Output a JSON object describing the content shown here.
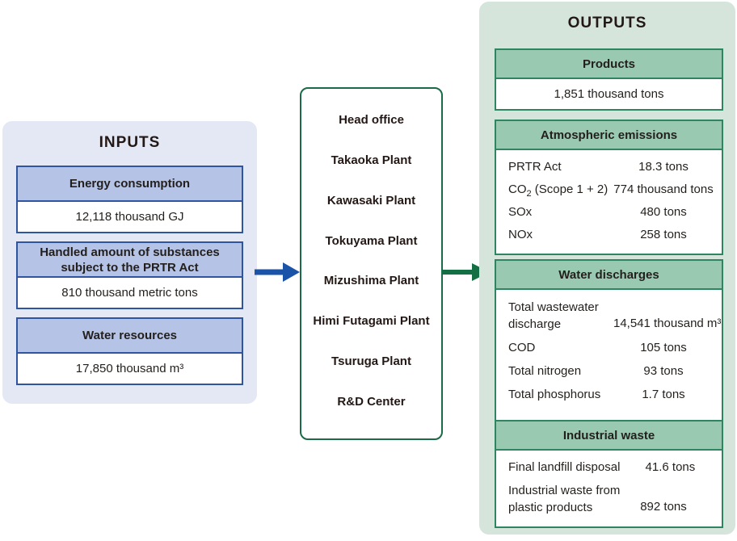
{
  "inputs": {
    "title": "INPUTS",
    "blocks": [
      {
        "header": "Energy consumption",
        "value": "12,118 thousand GJ"
      },
      {
        "header": "Handled amount of substances subject to the PRTR Act",
        "value": "810 thousand metric tons"
      },
      {
        "header": "Water resources",
        "value": "17,850 thousand m³"
      }
    ]
  },
  "sites": {
    "items": [
      "Head office",
      "Takaoka Plant",
      "Kawasaki Plant",
      "Tokuyama Plant",
      "Mizushima Plant",
      "Himi Futagami Plant",
      "Tsuruga Plant",
      "R&D Center"
    ]
  },
  "outputs": {
    "title": "OUTPUTS",
    "products": {
      "header": "Products",
      "value": "1,851 thousand tons"
    },
    "atmospheric": {
      "header": "Atmospheric emissions",
      "rows": [
        {
          "label": "PRTR Act",
          "value": "18.3 tons"
        },
        {
          "label_main": "CO",
          "label_sub": "2",
          "label_rest": " (Scope 1 + 2)",
          "value": "774 thousand tons"
        },
        {
          "label": "SOx",
          "value": "480 tons"
        },
        {
          "label": "NOx",
          "value": "258 tons"
        }
      ]
    },
    "water": {
      "header": "Water discharges",
      "rows": [
        {
          "label": "Total wastewater discharge",
          "value": "14,541 thousand m³"
        },
        {
          "label": "COD",
          "value": "105 tons"
        },
        {
          "label": "Total nitrogen",
          "value": "93 tons"
        },
        {
          "label": "Total phosphorus",
          "value": "1.7 tons"
        }
      ]
    },
    "industrial": {
      "header": "Industrial waste",
      "rows": [
        {
          "label": "Final landfill disposal",
          "value": "41.6 tons"
        },
        {
          "label": "Industrial waste from plastic products",
          "value": "892 tons"
        }
      ]
    }
  },
  "colors": {
    "inputs_panel_bg": "#e4e8f5",
    "inputs_header_bg": "#b4c3e6",
    "inputs_border": "#2f54a0",
    "input_arrow": "#1a53a8",
    "sites_border": "#1a6b47",
    "output_arrow": "#156f45",
    "outputs_panel_bg": "#d6e5dc",
    "outputs_header_bg": "#9ac9b1",
    "outputs_border": "#2e855f",
    "text": "#231815"
  }
}
